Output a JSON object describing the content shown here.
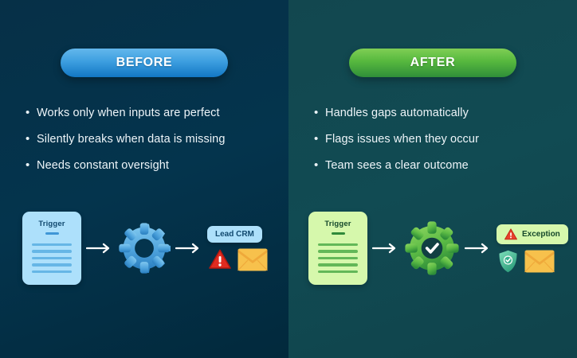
{
  "colors": {
    "panel_before_bg": "#04344d",
    "panel_after_bg": "#114b53",
    "pill_before": "#3d9fe0",
    "pill_after": "#56b83e",
    "card_before": "#ade0fb",
    "card_after": "#d6f8ac",
    "gear_before": "#5aaee2",
    "gear_after": "#56b83e",
    "warning_red": "#e02b20",
    "envelope_yellow": "#f8c24a",
    "shield_green": "#3cb08a",
    "text_light": "#eef5f9"
  },
  "before": {
    "heading": "BEFORE",
    "bullet_marker": "•",
    "bullets": [
      "Works only when inputs are perfect",
      "Silently breaks when data is missing",
      "Needs constant oversight"
    ],
    "flow": {
      "card_title": "Trigger",
      "doc_line_count": 5,
      "arrow_glyph": "→",
      "gear_icon": "gear-icon",
      "badge_label": "Lead CRM",
      "output_icons": [
        "warning-triangle-icon",
        "envelope-icon"
      ]
    }
  },
  "after": {
    "heading": "AFTER",
    "bullet_marker": "•",
    "bullets": [
      "Handles gaps automatically",
      "Flags issues when they occur",
      "Team sees a clear outcome"
    ],
    "flow": {
      "card_title": "Trigger",
      "doc_line_count": 5,
      "arrow_glyph": "→",
      "gear_icon": "gear-check-icon",
      "badge_label": "Exception",
      "badge_icon": "warning-triangle-icon",
      "output_icons": [
        "shield-check-icon",
        "envelope-icon"
      ]
    }
  }
}
